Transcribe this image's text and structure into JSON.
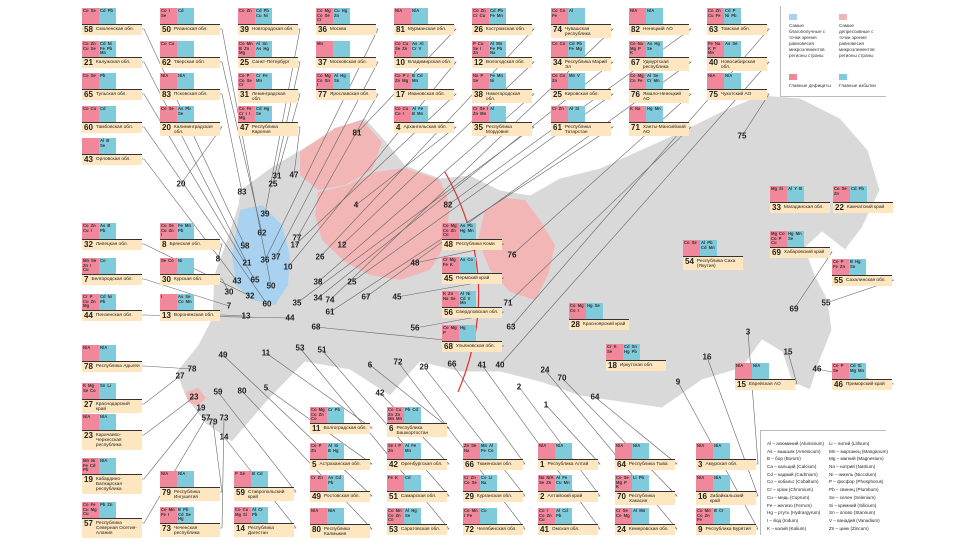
{
  "legend": {
    "best": "Самые благополучные с точки зрения равновесия микроэлементов регионы страны",
    "worst": "Самые депрессивные с точки зрения равновесия микроэлементов регионы страны",
    "deficits": "Главные дефициты",
    "surpluses": "Главные избытки",
    "colors": {
      "deficit": "#f0879a",
      "surplus": "#7fcbdc",
      "best_region": "#a8d2f0",
      "worst_region": "#f2b6b6",
      "map": "#d9d9d9",
      "label_bg": "#fde6c0",
      "divider_line": "#e03030"
    }
  },
  "element_key": [
    "Al – алюминий (Aluminium)",
    "As – мышьяк (Arsenicum)",
    "B – бор (Borum)",
    "Ca – кальций (Calcium)",
    "Cd – кадмий (Cadmium)",
    "Co – кобальт (Cobaltum)",
    "Cr – хром (Chromium)",
    "Cu – медь (Cuprum)",
    "Fe – железо (Ferrum)",
    "Hg – ртуть (Hydrargyrum)",
    "I – йод (Iodum)",
    "K – калий (Kalium)",
    "Li – литий (Lithium)",
    "Mn – марганец (Manganum)",
    "Mg – магний (Magnesium)",
    "Na – натрий (Natrium)",
    "Ni – никель (Niccolum)",
    "P – фосфор (Phosphorus)",
    "Pb – свинец (Plumbum)",
    "Se – селен (Selenium)",
    "Si – кремний (Silicium)",
    "Sn – олово (Stannum)",
    "V – ванадий (Vanadium)",
    "Zn – цинк (Zincum)"
  ],
  "cards": [
    {
      "num": "58",
      "name": "Смоленская обл.",
      "def": [
        "Co",
        "Se"
      ],
      "exc": [
        "Cd",
        "Pb"
      ]
    },
    {
      "num": "21",
      "name": "Калужская обл.",
      "def": [
        "Co",
        "Zn",
        "Cu",
        "Se"
      ],
      "exc": [
        "Cd",
        "Ni",
        "Fe",
        "Pb",
        "Mn"
      ]
    },
    {
      "num": "65",
      "name": "Тульская обл.",
      "def": [
        "Co",
        "Se"
      ],
      "exc": [
        "Pb"
      ]
    },
    {
      "num": "60",
      "name": "Тамбовская обл.",
      "def": [
        "Co",
        "Cu"
      ],
      "exc": [
        "Cd"
      ]
    },
    {
      "num": "43",
      "name": "Орловская обл.",
      "def": [],
      "exc": [
        "Al",
        "B",
        "Se"
      ]
    },
    {
      "num": "32",
      "name": "Липецкая обл.",
      "def": [
        "Co",
        "Zn",
        "Cu",
        "I"
      ],
      "exc": [
        "As",
        "B",
        "Pb"
      ]
    },
    {
      "num": "7",
      "name": "Белгородская обл.",
      "def": [
        "Mn",
        "Se",
        "Zn",
        "I",
        "Cu"
      ],
      "exc": [
        "Co"
      ]
    },
    {
      "num": "44",
      "name": "Пензенская обл.",
      "def": [
        "Cr",
        "P",
        "Cu",
        "Zn",
        "Mg"
      ],
      "exc": [
        "Cd",
        "Ni",
        "Pb"
      ]
    },
    {
      "num": "78",
      "name": "Республика Адыгея",
      "def": [
        "N/A"
      ],
      "exc": [
        "N/A"
      ]
    },
    {
      "num": "27",
      "name": "Краснодарский край",
      "def": [
        "K",
        "Mg",
        "Se",
        "Co"
      ],
      "exc": [
        "Sn",
        "Li"
      ]
    },
    {
      "num": "23",
      "name": "Карачаево-Черкесская республика",
      "def": [
        "N/A"
      ],
      "exc": [
        "N/A"
      ]
    },
    {
      "num": "19",
      "name": "Кабардино-Балкарская республика",
      "def": [
        "Mn",
        "Ni",
        "Fe",
        "Cd",
        "Pb"
      ],
      "exc": [
        "N/A"
      ]
    },
    {
      "num": "57",
      "name": "Республика Северная Осетия-Алания",
      "def": [
        "Co",
        "Fe",
        "Cu",
        "Mg",
        "Cu"
      ],
      "exc": [
        "Pb",
        "Zn"
      ]
    },
    {
      "num": "50",
      "name": "Рязанская обл.",
      "def": [
        "Co",
        "I",
        "Se"
      ],
      "exc": [
        "Cd"
      ]
    },
    {
      "num": "62",
      "name": "Тверская обл.",
      "def": [
        "Co",
        "Cu"
      ],
      "exc": []
    },
    {
      "num": "83",
      "name": "Псковская обл.",
      "def": [
        "N/A"
      ],
      "exc": [
        "N/A"
      ]
    },
    {
      "num": "20",
      "name": "Калининградская обл.",
      "def": [
        "Co",
        "Se"
      ],
      "exc": [
        "As",
        "Pb",
        "Se"
      ]
    },
    {
      "num": "8",
      "name": "Брянская обл.",
      "def": [
        "Co",
        "Se",
        "Cu",
        "Zn",
        "I"
      ],
      "exc": [
        "Fe",
        "Mn",
        "Pb"
      ]
    },
    {
      "num": "30",
      "name": "Курская обл.",
      "def": [
        "Se",
        "Co"
      ],
      "exc": [
        "Ni"
      ]
    },
    {
      "num": "13",
      "name": "Воронежская обл.",
      "def": [
        "I"
      ],
      "exc": [
        "As",
        "Se",
        "Co",
        "Mn"
      ]
    },
    {
      "num": "79",
      "name": "Республика Ингушетия",
      "def": [
        "N/A"
      ],
      "exc": [
        "N/A"
      ]
    },
    {
      "num": "73",
      "name": "Чеченская республика",
      "def": [
        "Co",
        "Mn",
        "Fe",
        "I"
      ],
      "exc": [
        "B",
        "Pb",
        "Cd",
        "Se",
        "Hg"
      ]
    },
    {
      "num": "39",
      "name": "Новгородская обл.",
      "def": [
        "Co",
        "Zn"
      ],
      "exc": [
        "Cd",
        "Pb",
        "Cu",
        "Ni"
      ]
    },
    {
      "num": "25",
      "name": "Санкт-Петербург",
      "def": [
        "Co",
        "Mn",
        "B",
        "Zn",
        "Mg"
      ],
      "exc": [
        "Al",
        "Sn",
        "As",
        "Hg"
      ]
    },
    {
      "num": "31",
      "name": "Ленинградская обл.",
      "def": [
        "Co",
        "P",
        "Co",
        "Se",
        "Cr"
      ],
      "exc": [
        "Cr",
        "Fe",
        "Mn"
      ]
    },
    {
      "num": "47",
      "name": "Республика Карелия",
      "def": [
        "Co",
        "Fe",
        "Cr",
        "I",
        "I",
        "Mg"
      ],
      "exc": [
        "Cd",
        "Hg",
        "Se"
      ]
    },
    {
      "num": "59",
      "name": "Ставропольский край",
      "def": [
        "P",
        "Se"
      ],
      "exc": [
        "B",
        "Cd"
      ]
    },
    {
      "num": "14",
      "name": "Республика Дагестан",
      "def": [
        "Co",
        "Cu",
        "Mg",
        "Si"
      ],
      "exc": [
        "Al",
        "Cr",
        "Pb"
      ]
    },
    {
      "num": "36",
      "name": "Москва",
      "def": [
        "Co",
        "Mg",
        "Co",
        "Se",
        "Cr"
      ],
      "exc": [
        "Cu",
        "Hg",
        "Zn"
      ]
    },
    {
      "num": "37",
      "name": "Московская обл.",
      "def": [
        "Mn"
      ],
      "exc": []
    },
    {
      "num": "77",
      "name": "Ярославская обл.",
      "def": [
        "Co",
        "Mg",
        "Co",
        "Sn",
        "I"
      ],
      "exc": [
        "Al",
        "Hg",
        "Sn"
      ]
    },
    {
      "num": "81",
      "name": "Мурманская обл.",
      "def": [
        "N/A"
      ],
      "exc": [
        "N/A"
      ]
    },
    {
      "num": "10",
      "name": "Владимирская обл.",
      "def": [
        "Co",
        "Cu",
        "Se",
        "Zn",
        "I"
      ],
      "exc": [
        "As",
        "Al",
        "Cr",
        "V"
      ]
    },
    {
      "num": "17",
      "name": "Ивановская обл.",
      "def": [
        "Co",
        "P",
        "I",
        "Zn",
        "Mg"
      ],
      "exc": [
        "B",
        "Cd",
        "Mn"
      ]
    },
    {
      "num": "4",
      "name": "Архангельская обл.",
      "def": [
        "Co",
        "Cu",
        "Co",
        "I"
      ],
      "exc": [
        "Al",
        "Fe",
        "B",
        "Mn"
      ]
    },
    {
      "num": "26",
      "name": "Костромская обл.",
      "def": [
        "Co",
        "Zn",
        "Cr",
        "Cu"
      ],
      "exc": [
        "Cd",
        "Pb",
        "Fe",
        "Mn"
      ]
    },
    {
      "num": "12",
      "name": "Вологодская обл.",
      "def": [
        "P",
        "Cu",
        "Se",
        "I",
        "Zn"
      ],
      "exc": [
        "Al",
        "Mn",
        "Fe",
        "Pb",
        "Na"
      ]
    },
    {
      "num": "38",
      "name": "Нижегородская обл.",
      "def": [
        "Na",
        "P",
        "Se"
      ],
      "exc": [
        "Fe",
        "Mn",
        "Ni"
      ]
    },
    {
      "num": "35",
      "name": "Республика Мордовия",
      "def": [
        "Cr",
        "Se",
        "I",
        "Zn",
        "Mn"
      ],
      "exc": [
        "Al"
      ]
    },
    {
      "num": "74",
      "name": "Чувашская республика",
      "def": [
        "Co",
        "Co",
        "Fe"
      ],
      "exc": [
        "Al"
      ]
    },
    {
      "num": "34",
      "name": "Республика Марий Эл",
      "def": [
        "Co",
        "Co"
      ],
      "exc": [
        "Cd",
        "Pb",
        "Fe",
        "Mg"
      ]
    },
    {
      "num": "25",
      "name": "Кировская обл.",
      "def": [
        "Co",
        "Co",
        "Zn"
      ],
      "exc": [
        "Mn",
        "V"
      ]
    },
    {
      "num": "61",
      "name": "Республика Татарстан",
      "def": [
        "Cr",
        "Zn"
      ],
      "exc": [
        "Al",
        "Si"
      ]
    },
    {
      "num": "82",
      "name": "Ненецкий АО",
      "def": [
        "N/A"
      ],
      "exc": [
        "N/A"
      ]
    },
    {
      "num": "67",
      "name": "Удмуртская республика",
      "def": [
        "Co",
        "Na",
        "Mg",
        "P",
        "K"
      ],
      "exc": [
        "As",
        "Hg",
        "Se"
      ]
    },
    {
      "num": "76",
      "name": "Ямало-Ненецкий АО",
      "def": [
        "Co",
        "Mg",
        "Co",
        "Fe"
      ],
      "exc": [
        "Al",
        "Se",
        "Cr",
        "Mn"
      ]
    },
    {
      "num": "71",
      "name": "Ханты-Мансийский АО",
      "def": [
        "K",
        "Na"
      ],
      "exc": [
        "Hg",
        "Mn"
      ]
    },
    {
      "num": "63",
      "name": "Томская обл.",
      "def": [
        "Co",
        "Zn",
        "Cu",
        "Fe"
      ],
      "exc": [
        "Cd",
        "P",
        "Ni",
        "Pb"
      ]
    },
    {
      "num": "40",
      "name": "Новосибирская обл.",
      "def": [
        "Fe",
        "Na",
        "K",
        "P",
        "Mn"
      ],
      "exc": [
        "As",
        "Se"
      ]
    },
    {
      "num": "75",
      "name": "Чукотский АО",
      "def": [
        "N/A"
      ],
      "exc": [
        "N/A"
      ]
    },
    {
      "num": "11",
      "name": "Волгоградская обл.",
      "def": [
        "Co",
        "Mg",
        "Co",
        "Zn",
        "Co"
      ],
      "exc": [
        "Cr",
        "Pb"
      ]
    },
    {
      "num": "5",
      "name": "Астраханская обл.",
      "def": [
        "Co",
        "P",
        "Zn"
      ],
      "exc": [
        "Al",
        "Si",
        "B",
        "Hg"
      ]
    },
    {
      "num": "49",
      "name": "Ростовская обл.",
      "def": [
        "Cr",
        "Zn"
      ],
      "exc": [
        "As",
        "Cd",
        "Pb"
      ]
    },
    {
      "num": "80",
      "name": "Республика Калмыкия",
      "def": [
        "N/A"
      ],
      "exc": [
        "N/A"
      ]
    },
    {
      "num": "6",
      "name": "Республика Башкортостан",
      "def": [
        "Co",
        "Cu",
        "Zn",
        "Zn",
        "Mn",
        "Mn"
      ],
      "exc": [
        "Pb",
        "Cd"
      ]
    },
    {
      "num": "42",
      "name": "Оренбургская обл.",
      "def": [
        "Se",
        "I",
        "P",
        "Zn"
      ],
      "exc": [
        "Al",
        "Fe",
        "Mn"
      ]
    },
    {
      "num": "51",
      "name": "Самарская обл.",
      "def": [
        "Fe",
        "K"
      ],
      "exc": [
        "Cd"
      ]
    },
    {
      "num": "53",
      "name": "Саратовская обл.",
      "def": [
        "Co",
        "Mn",
        "Co",
        "Zn",
        "Co"
      ],
      "exc": [
        "Al",
        "Hg",
        "Se"
      ]
    },
    {
      "num": "66",
      "name": "Тюменская обл.",
      "def": [
        "Zn",
        "Se",
        "Na"
      ],
      "exc": [
        "Mn",
        "Al",
        "Fe",
        "Co"
      ]
    },
    {
      "num": "29",
      "name": "Курганская обл.",
      "def": [
        "Cr",
        "Zn",
        "Co",
        "Se"
      ],
      "exc": [
        "Co",
        "Li",
        "Na"
      ]
    },
    {
      "num": "72",
      "name": "Челябинская обл.",
      "def": [
        "Co",
        "Mn",
        "I",
        "Fe"
      ],
      "exc": [
        "Co"
      ]
    },
    {
      "num": "1",
      "name": "Республика Алтай",
      "def": [
        "N/A"
      ],
      "exc": [
        "N/A"
      ]
    },
    {
      "num": "2",
      "name": "Алтайский край",
      "def": [
        "Na",
        "N/A",
        "Se",
        "Zn"
      ],
      "exc": [
        "Al",
        "Fe",
        "Cu",
        "Mn"
      ]
    },
    {
      "num": "41",
      "name": "Омская обл.",
      "def": [
        "Co",
        "I",
        "Co",
        "Zn",
        "Cu"
      ],
      "exc": [
        "Al",
        "Cd",
        "Pb"
      ]
    },
    {
      "num": "64",
      "name": "Республика Тыва",
      "def": [
        "N/A"
      ],
      "exc": [
        "N/A"
      ]
    },
    {
      "num": "70",
      "name": "Республика Хакасия",
      "def": [
        "Co",
        "Se",
        "Mg",
        "P",
        "K"
      ],
      "exc": [
        "Li",
        "Pb"
      ]
    },
    {
      "num": "24",
      "name": "Кемеровская обл.",
      "def": [
        "Cr",
        "Se",
        "Co",
        "Mg"
      ],
      "exc": [
        "Al",
        "Mn"
      ]
    },
    {
      "num": "3",
      "name": "Амурская обл.",
      "def": [
        "N/A"
      ],
      "exc": [
        "N/A"
      ]
    },
    {
      "num": "16",
      "name": "Забайкальский край",
      "def": [
        "N/A"
      ],
      "exc": [
        "N/A"
      ]
    },
    {
      "num": "9",
      "name": "Республика Бурятия",
      "def": [
        "Co",
        "Mn",
        "Co",
        "Zn",
        "Fe"
      ],
      "exc": [
        "B",
        "Cr"
      ]
    },
    {
      "num": "48",
      "name": "Республика Коми",
      "def": [
        "Co",
        "Mg",
        "Co",
        "Zn",
        "Co"
      ],
      "exc": [
        "As",
        "Pb",
        "Hg",
        "Mn"
      ]
    },
    {
      "num": "45",
      "name": "Пермский край",
      "def": [
        "Cr",
        "Mg",
        "Fe",
        "K"
      ],
      "exc": [
        "As",
        "Co"
      ]
    },
    {
      "num": "56",
      "name": "Свердловская обл.",
      "def": [
        "K",
        "Zn",
        "Na",
        "Se"
      ],
      "exc": [
        "Al",
        "Ni",
        "Cd",
        "V",
        "Mn"
      ]
    },
    {
      "num": "68",
      "name": "Ульяновская обл.",
      "def": [
        "Co",
        "Mg",
        "P"
      ],
      "exc": [
        "Hg"
      ]
    },
    {
      "num": "28",
      "name": "Красноярский край",
      "def": [
        "Co",
        "Mg",
        "Co",
        "I"
      ],
      "exc": [
        "Hg",
        "Se"
      ]
    },
    {
      "num": "18",
      "name": "Иркутская обл.",
      "def": [
        "Cr",
        "K",
        "Se"
      ],
      "exc": [
        "Cd",
        "Sn",
        "Hg",
        "Pb"
      ]
    },
    {
      "num": "33",
      "name": "Магаданская обл.",
      "def": [
        "Mg",
        "Si"
      ],
      "exc": [
        "Al",
        "Y",
        "B"
      ]
    },
    {
      "num": "22",
      "name": "Камчатский край",
      "def": [
        "Co",
        "Se",
        "Zn"
      ],
      "exc": [
        "Cd",
        "Pb"
      ]
    },
    {
      "num": "69",
      "name": "Хабаровский край",
      "def": [
        "Mg",
        "Co",
        "Co",
        "P",
        "Cu"
      ],
      "exc": [
        "Hg",
        "Mn",
        "Se"
      ]
    },
    {
      "num": "55",
      "name": "Сахалинская обл.",
      "def": [
        "Co",
        "P",
        "Fe",
        "Zn"
      ],
      "exc": [
        "B",
        "Hg",
        "Sn"
      ]
    },
    {
      "num": "54",
      "name": "Республика Саха (Якутия)",
      "def": [
        "Co",
        "Se"
      ],
      "exc": [
        "Al",
        "Pb",
        "Cd",
        "Mn"
      ]
    },
    {
      "num": "15",
      "name": "Еврейская АО",
      "def": [
        "N/A"
      ],
      "exc": [
        "N/A"
      ]
    },
    {
      "num": "46",
      "name": "Приморский край",
      "def": [
        "Co",
        "P",
        "Se"
      ],
      "exc": [
        "Cd",
        "Si",
        "Mg",
        "Mn"
      ]
    }
  ],
  "map_labels": [
    "81",
    "4",
    "31",
    "25",
    "47",
    "20",
    "83",
    "39",
    "62",
    "58",
    "21",
    "36",
    "37",
    "65",
    "43",
    "50",
    "8",
    "30",
    "32",
    "60",
    "7",
    "13",
    "17",
    "77",
    "10",
    "26",
    "12",
    "38",
    "25",
    "35",
    "34",
    "74",
    "61",
    "67",
    "44",
    "68",
    "45",
    "48",
    "56",
    "82",
    "76",
    "71",
    "63",
    "40",
    "75",
    "11",
    "53",
    "51",
    "49",
    "78",
    "27",
    "23",
    "19",
    "57",
    "79",
    "73",
    "14",
    "59",
    "80",
    "5",
    "6",
    "72",
    "29",
    "66",
    "41",
    "42",
    "2",
    "24",
    "70",
    "1",
    "64",
    "9",
    "16",
    "3",
    "15",
    "46",
    "69",
    "55"
  ]
}
